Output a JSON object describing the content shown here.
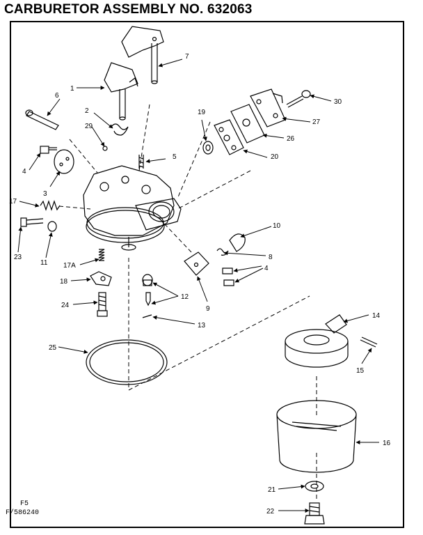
{
  "title": "CARBURETOR ASSEMBLY NO. 632063",
  "figure_code": "F5",
  "figure_id": "F/586240",
  "parts": [
    {
      "id": "p1",
      "label": "1",
      "part": "throttle-shaft-lever"
    },
    {
      "id": "p2",
      "label": "2",
      "part": "spring"
    },
    {
      "id": "p3",
      "label": "3",
      "part": "throttle-plate"
    },
    {
      "id": "p4a",
      "label": "4",
      "part": "screw"
    },
    {
      "id": "p4b",
      "label": "4",
      "part": "screws"
    },
    {
      "id": "p5",
      "label": "5",
      "part": "idle-screw"
    },
    {
      "id": "p6",
      "label": "6",
      "part": "shaft"
    },
    {
      "id": "p7",
      "label": "7",
      "part": "choke-shaft-lever"
    },
    {
      "id": "p8",
      "label": "8",
      "part": "spring"
    },
    {
      "id": "p9",
      "label": "9",
      "part": "plate"
    },
    {
      "id": "p10",
      "label": "10",
      "part": "choke-plate"
    },
    {
      "id": "p11",
      "label": "11",
      "part": "washer"
    },
    {
      "id": "p12",
      "label": "12",
      "part": "inlet-needle-seat"
    },
    {
      "id": "p13",
      "label": "13",
      "part": "clip"
    },
    {
      "id": "p14",
      "label": "14",
      "part": "float"
    },
    {
      "id": "p15",
      "label": "15",
      "part": "float-shaft"
    },
    {
      "id": "p16",
      "label": "16",
      "part": "float-bowl"
    },
    {
      "id": "p17",
      "label": "17",
      "part": "spring"
    },
    {
      "id": "p17a",
      "label": "17A",
      "part": "spring"
    },
    {
      "id": "p18",
      "label": "18",
      "part": "screw"
    },
    {
      "id": "p19",
      "label": "19",
      "part": "seal"
    },
    {
      "id": "p20",
      "label": "20",
      "part": "gasket"
    },
    {
      "id": "p21",
      "label": "21",
      "part": "washer"
    },
    {
      "id": "p22",
      "label": "22",
      "part": "bowl-nut"
    },
    {
      "id": "p23",
      "label": "23",
      "part": "adjusting-screw"
    },
    {
      "id": "p24",
      "label": "24",
      "part": "screw"
    },
    {
      "id": "p25",
      "label": "25",
      "part": "bowl-gasket"
    },
    {
      "id": "p26",
      "label": "26",
      "part": "diaphragm"
    },
    {
      "id": "p27",
      "label": "27",
      "part": "cover"
    },
    {
      "id": "p29",
      "label": "29",
      "part": "ball"
    },
    {
      "id": "p30",
      "label": "30",
      "part": "screw"
    }
  ]
}
